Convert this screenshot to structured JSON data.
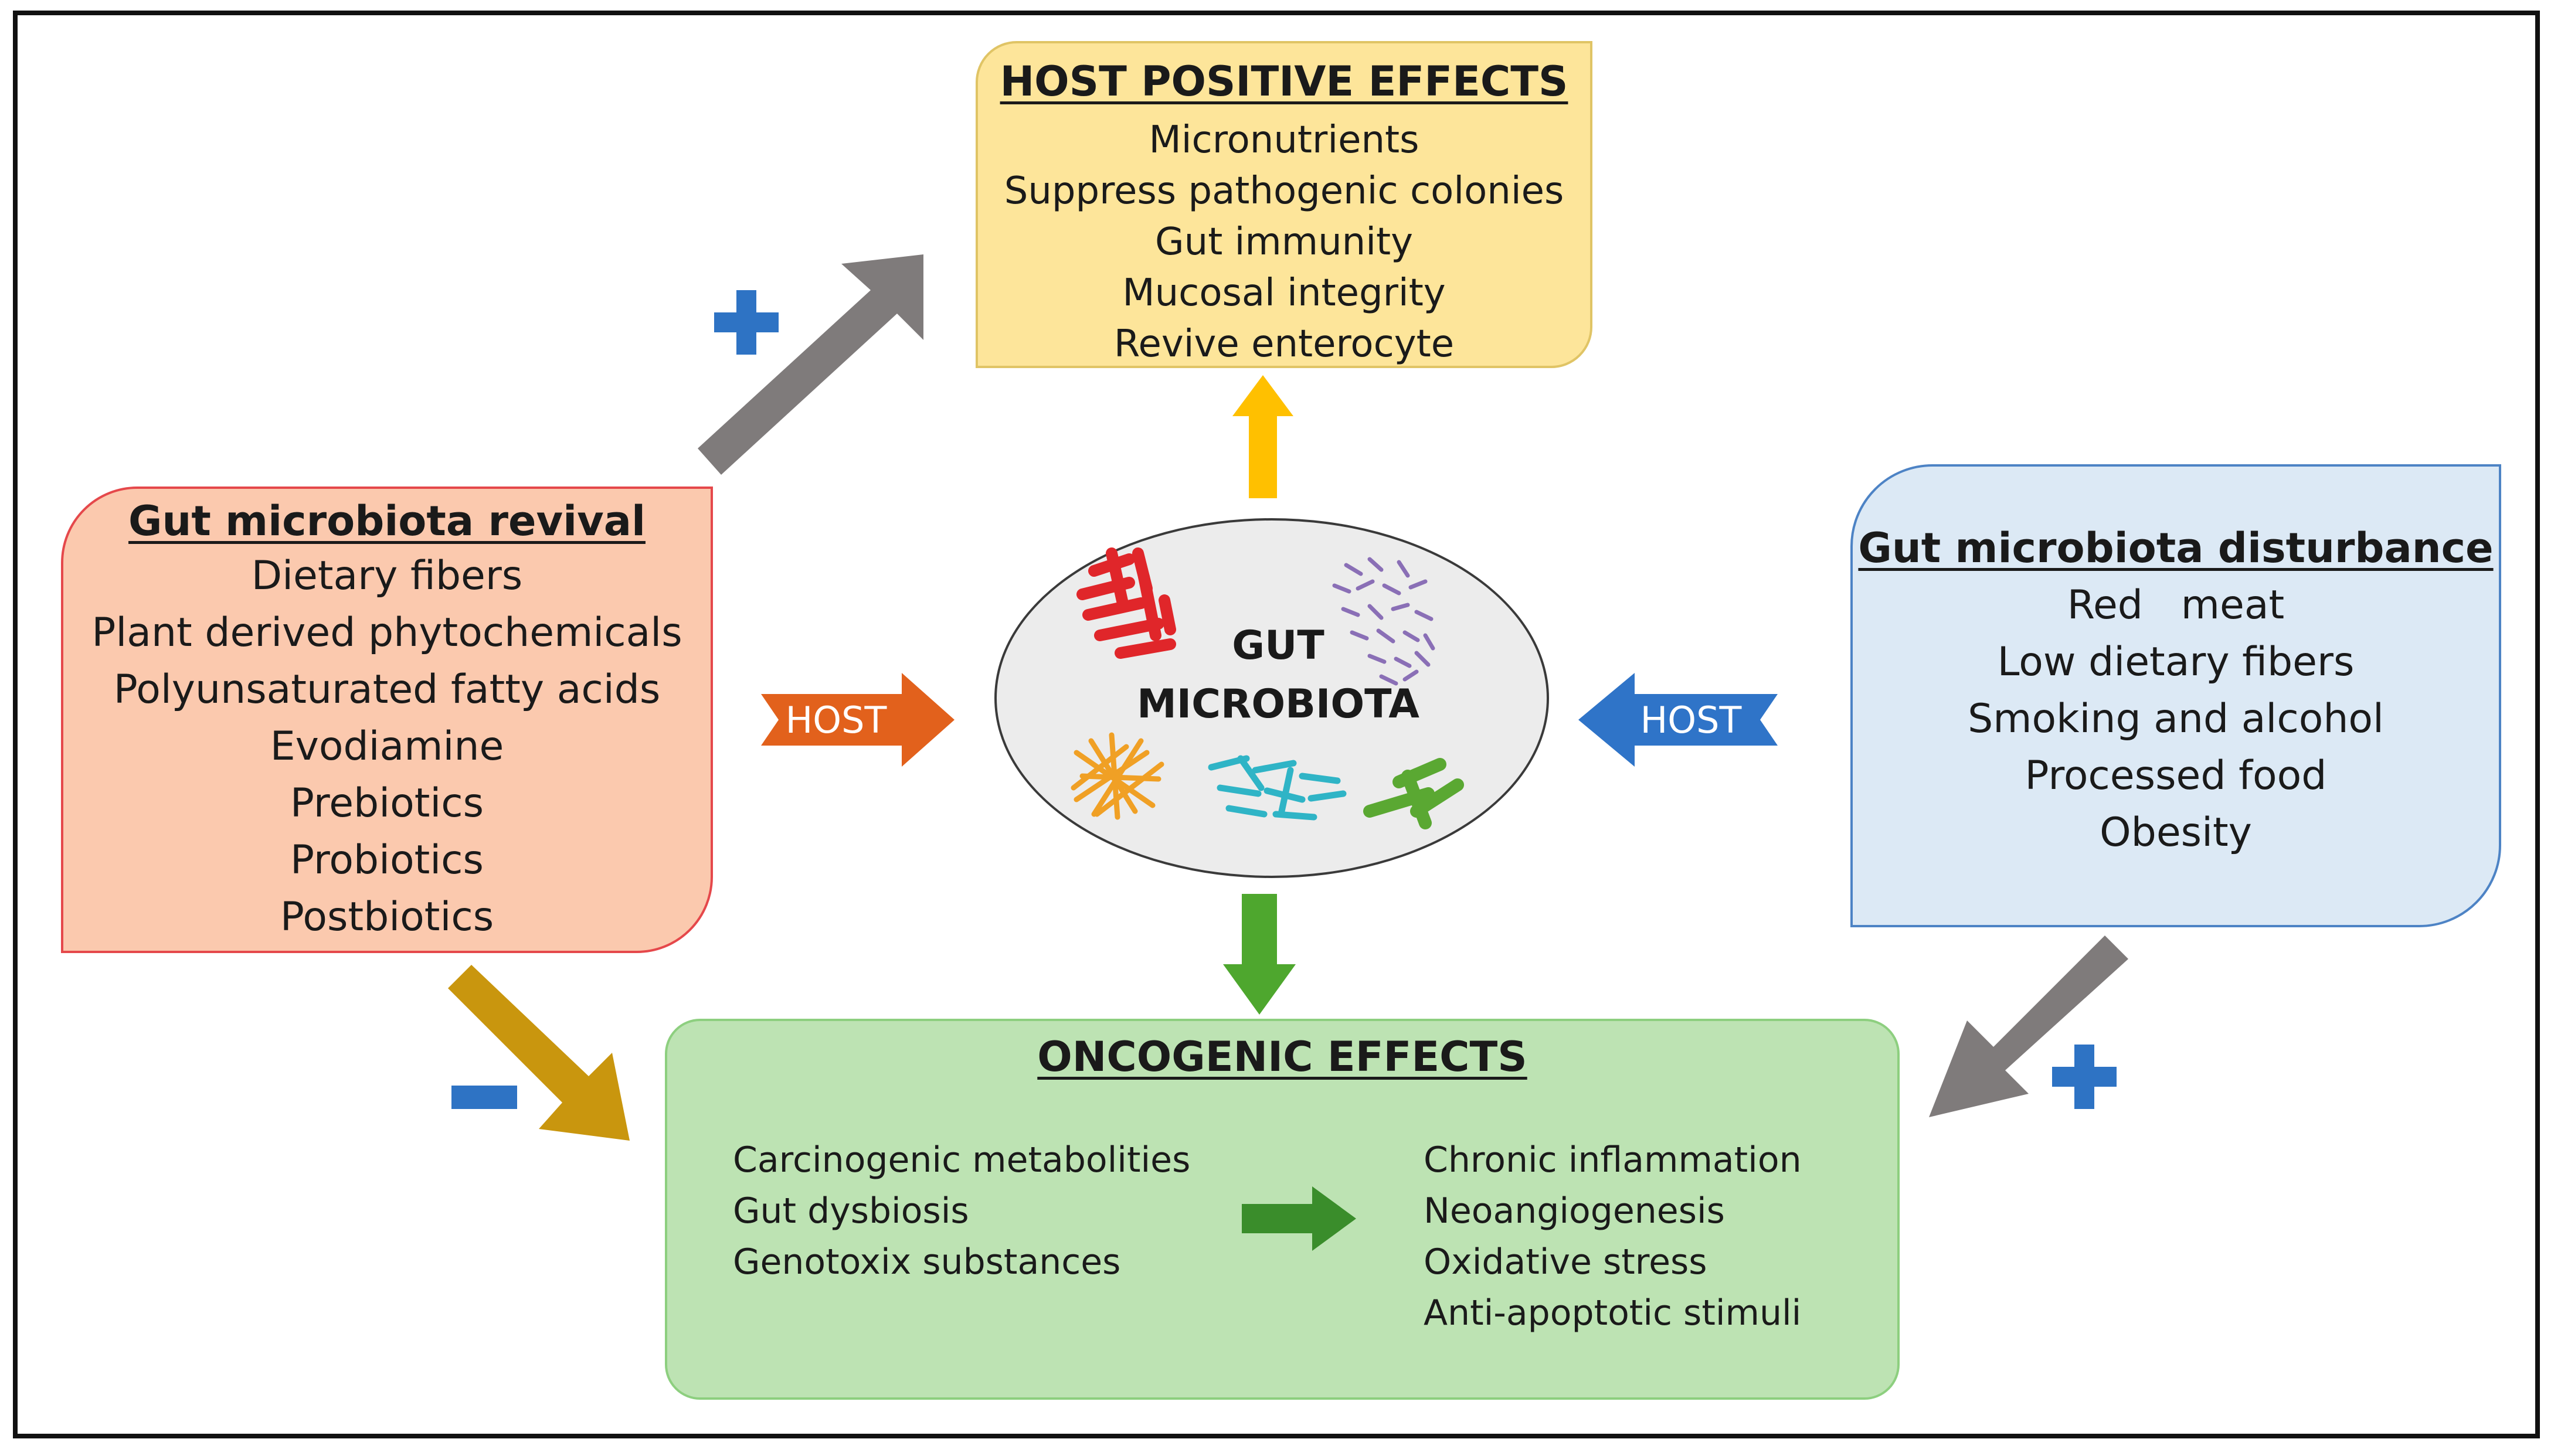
{
  "host_positive": {
    "title": "HOST POSITIVE EFFECTS",
    "items": [
      "Micronutrients",
      "Suppress pathogenic colonies",
      "Gut immunity",
      "Mucosal integrity",
      "Revive enterocyte"
    ]
  },
  "revival": {
    "title": "Gut microbiota revival",
    "items": [
      "Dietary fibers",
      "Plant derived phytochemicals",
      "Polyunsaturated fatty acids",
      "Evodiamine",
      "Prebiotics",
      "Probiotics",
      "Postbiotics"
    ]
  },
  "disturbance": {
    "title": "Gut microbiota disturbance",
    "items": [
      "Red   meat",
      "Low dietary fibers",
      "Smoking and alcohol",
      "Processed food",
      "Obesity"
    ]
  },
  "oncogenic": {
    "title": "ONCOGENIC EFFECTS",
    "causes": [
      "Carcinogenic metabolities",
      "Gut dysbiosis",
      "Genotoxix substances"
    ],
    "effects": [
      "Chronic inflammation",
      "Neoangiogenesis",
      "Oxidative stress",
      "Anti-apoptotic stimuli"
    ]
  },
  "center": {
    "line1": "GUT",
    "line2": "MICROBIOTA"
  },
  "arrows": {
    "left_label": "HOST",
    "right_label": "HOST"
  },
  "colors": {
    "positive_fill": "#fde59a",
    "revival_fill": "#fbc9ae",
    "disturbance_fill": "#dce9f5",
    "oncogenic_fill": "#bde3b3",
    "plus_sign": "#2e73c4",
    "minus_sign": "#2e73c4",
    "grey_arrow": "#7f7b7b",
    "gold_arrow": "#c9960e",
    "up_arrow": "#ffc000",
    "down_arrow": "#4ea72e",
    "left_host_arrow": "#e2611c",
    "right_host_arrow": "#2f74c8",
    "onco_arrow": "#3a8d2b"
  }
}
